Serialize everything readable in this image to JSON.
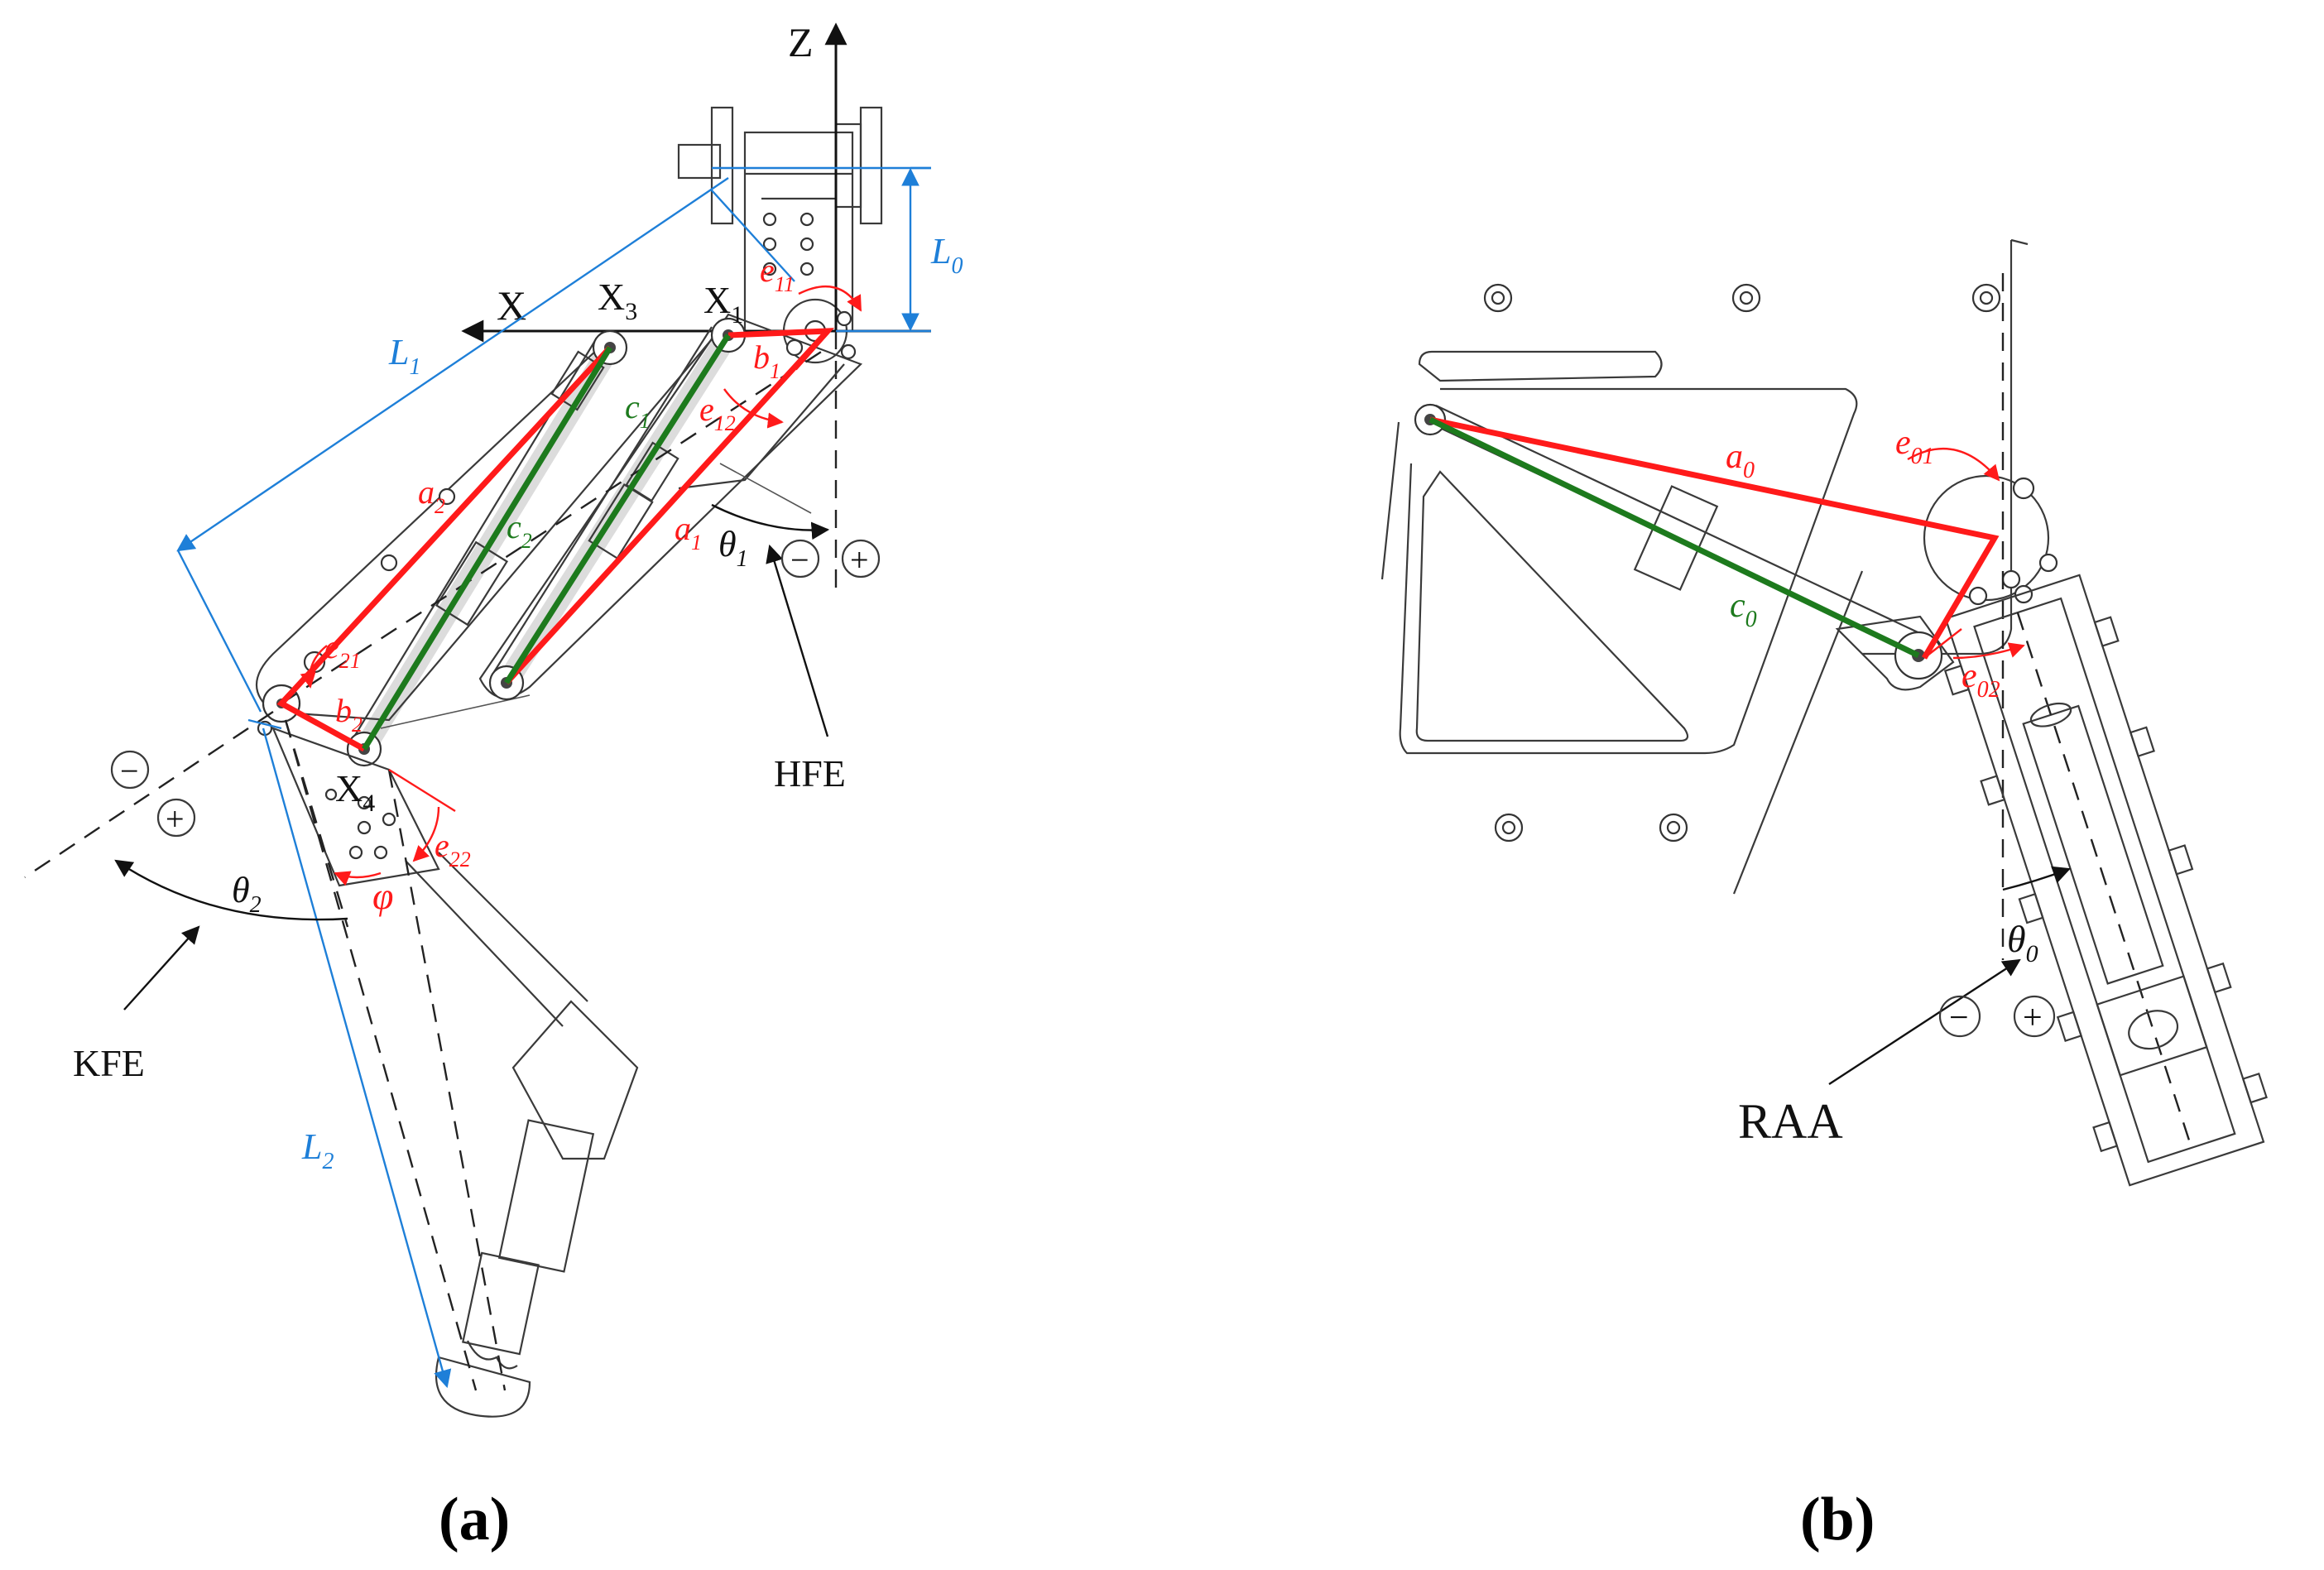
{
  "panels": {
    "a": {
      "label": "(a)"
    },
    "b": {
      "label": "(b)"
    }
  },
  "axes": {
    "z": "Z",
    "x": "X"
  },
  "joints": {
    "x1": {
      "base": "X",
      "sub": "1"
    },
    "x3": {
      "base": "X",
      "sub": "3"
    },
    "x4": {
      "base": "X",
      "sub": "4"
    }
  },
  "lengths": {
    "L0": {
      "base": "L",
      "sub": "0"
    },
    "L1": {
      "base": "L",
      "sub": "1"
    },
    "L2": {
      "base": "L",
      "sub": "2"
    }
  },
  "links_red": {
    "a0": {
      "base": "a",
      "sub": "0"
    },
    "a1": {
      "base": "a",
      "sub": "1"
    },
    "a2": {
      "base": "a",
      "sub": "2"
    },
    "b1": {
      "base": "b",
      "sub": "1"
    },
    "b2": {
      "base": "b",
      "sub": "2"
    },
    "e01": {
      "base": "e",
      "sub": "01"
    },
    "e02": {
      "base": "e",
      "sub": "02"
    },
    "e11": {
      "base": "e",
      "sub": "11"
    },
    "e12": {
      "base": "e",
      "sub": "12"
    },
    "e21": {
      "base": "e",
      "sub": "21"
    },
    "e22": {
      "base": "e",
      "sub": "22"
    },
    "phi": "φ"
  },
  "links_green": {
    "c0": {
      "base": "c",
      "sub": "0"
    },
    "c1": {
      "base": "c",
      "sub": "1"
    },
    "c2": {
      "base": "c",
      "sub": "2"
    }
  },
  "angles": {
    "theta0": {
      "base": "θ",
      "sub": "0"
    },
    "theta1": {
      "base": "θ",
      "sub": "1"
    },
    "theta2": {
      "base": "θ",
      "sub": "2"
    }
  },
  "joint_names": {
    "hfe": "HFE",
    "kfe": "KFE",
    "raa": "RAA"
  },
  "signs": {
    "minus": "−",
    "plus": "+"
  },
  "colors": {
    "red": "#ff1a1a",
    "green": "#1d7a1d",
    "blue": "#1e7fd8",
    "ink": "#222222"
  }
}
